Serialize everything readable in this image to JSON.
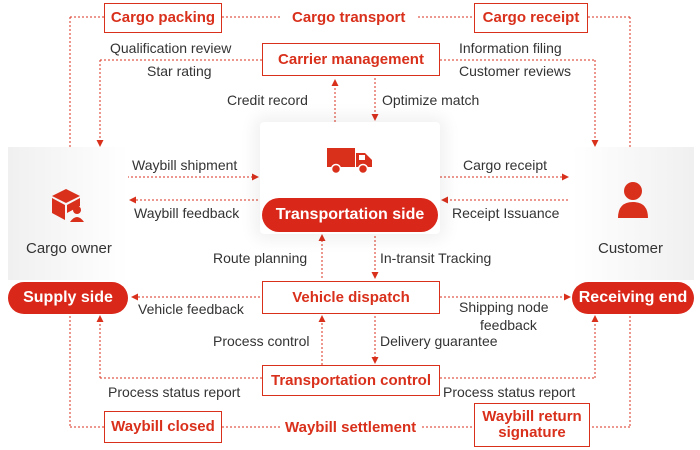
{
  "top": {
    "left_box": "Cargo packing",
    "center_label": "Cargo transport",
    "right_box": "Cargo receipt"
  },
  "carrier_box": "Carrier management",
  "carrier_labels": {
    "qualification_review": "Qualification review",
    "star_rating": "Star rating",
    "information_filing": "Information filing",
    "customer_reviews": "Customer reviews",
    "credit_record": "Credit record",
    "optimize_match": "Optimize match"
  },
  "transport_side": {
    "label": "Transportation side",
    "icon": "truck-icon"
  },
  "left_side": {
    "name": "Cargo owner",
    "pill": "Supply side",
    "icon": "cargo-owner-icon"
  },
  "right_side": {
    "name": "Customer",
    "pill": "Receiving end",
    "icon": "customer-icon"
  },
  "flows": {
    "waybill_shipment": "Waybill shipment",
    "waybill_feedback": "Waybill feedback",
    "cargo_receipt": "Cargo receipt",
    "receipt_issuance": "Receipt Issuance",
    "route_planning": "Route planning",
    "in_transit_tracking": "In-transit Tracking",
    "vehicle_feedback": "Vehicle feedback",
    "shipping_node_feedback_1": "Shipping node",
    "shipping_node_feedback_2": "feedback",
    "process_control": "Process control",
    "delivery_guarantee": "Delivery guarantee",
    "process_status_report_left": "Process status report",
    "process_status_report_right": "Process status report",
    "waybill_settlement": "Waybill settlement"
  },
  "vehicle_dispatch_box": "Vehicle dispatch",
  "transportation_control_box": "Transportation control",
  "bottom": {
    "left_box": "Waybill closed",
    "right_box_1": "Waybill return",
    "right_box_2": "signature"
  },
  "colors": {
    "accent": "#d9301c",
    "pill": "#d9271a",
    "text": "#333333"
  }
}
